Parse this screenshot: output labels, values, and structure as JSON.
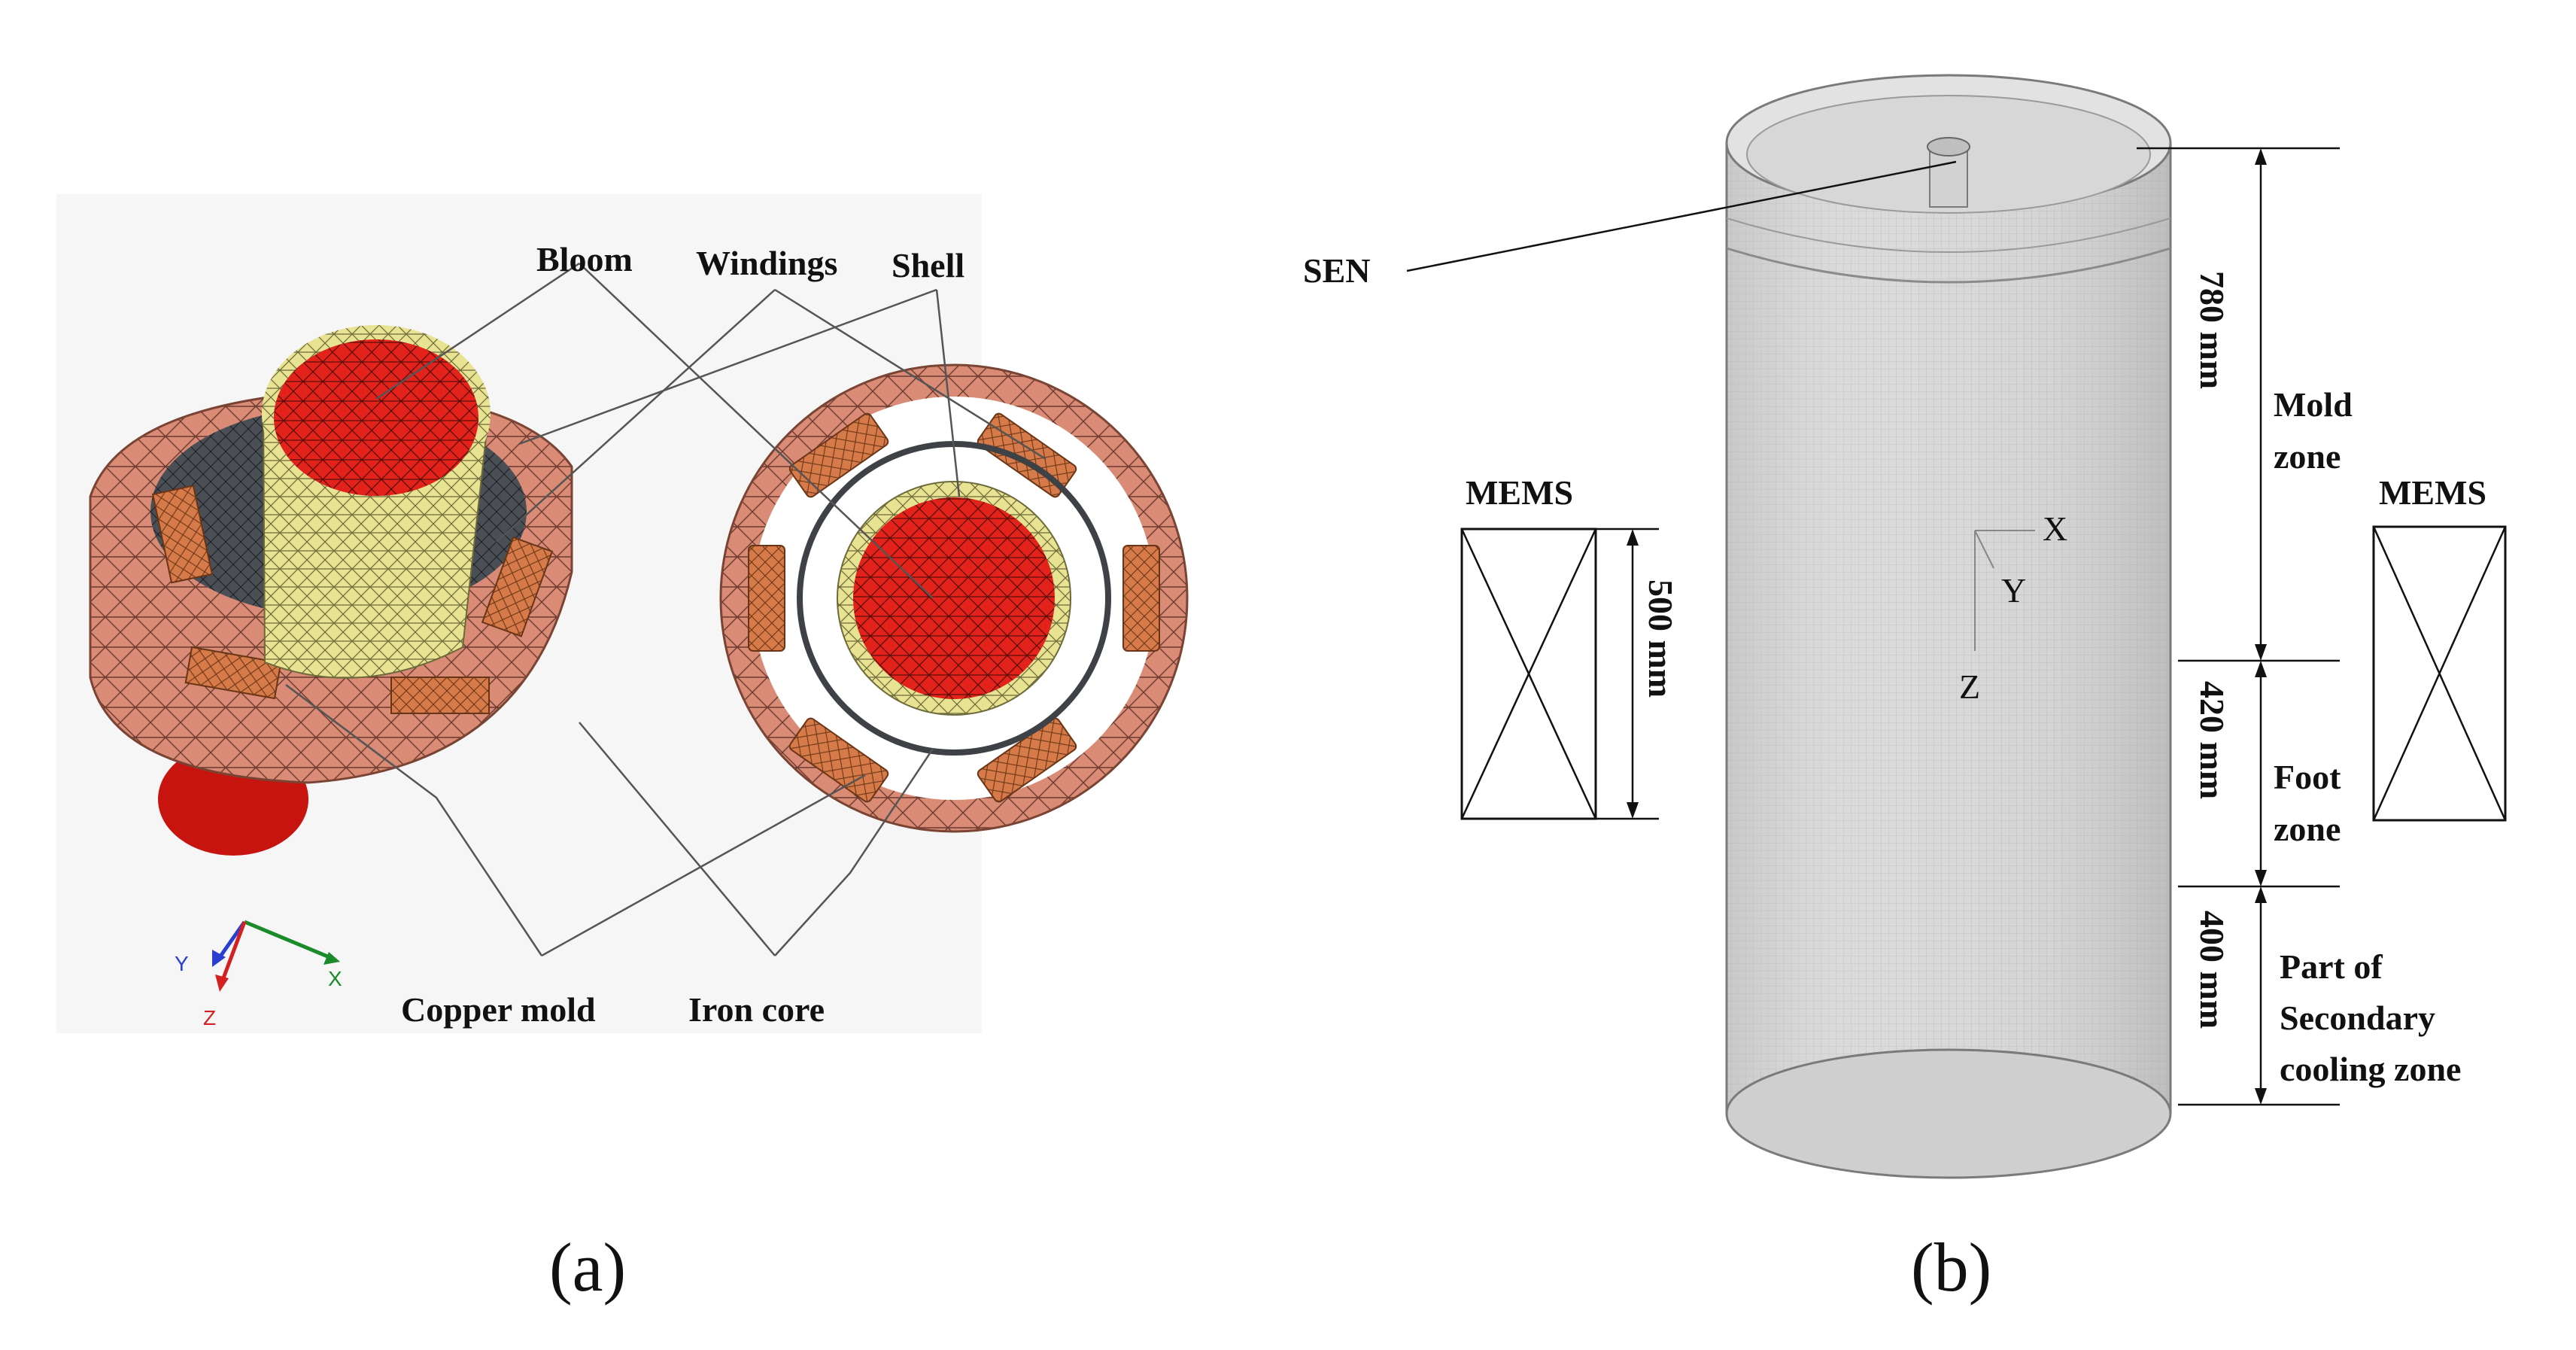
{
  "panel_a": {
    "caption": "(a)",
    "labels": {
      "bloom": "Bloom",
      "windings": "Windings",
      "shell": "Shell",
      "copper_mold": "Copper mold",
      "iron_core": "Iron core"
    },
    "axis_triad": {
      "x": "X",
      "y": "Y",
      "z": "Z"
    },
    "colors": {
      "bloom": "#e3231b",
      "shell": "#e8e393",
      "copper": "#d98b75",
      "windings": "#d57a48",
      "iron": "#4a4e55"
    }
  },
  "panel_b": {
    "caption": "(b)",
    "labels": {
      "sen": "SEN",
      "mems_left": "MEMS",
      "mems_right": "MEMS",
      "mems_height": "500 mm",
      "mold_length": "780 mm",
      "foot_length": "420 mm",
      "secondary_length": "400 mm",
      "mold_zone_line1": "Mold",
      "mold_zone_line2": "zone",
      "foot_zone_line1": "Foot",
      "foot_zone_line2": "zone",
      "sec_zone_line1": "Part of",
      "sec_zone_line2": "Secondary",
      "sec_zone_line3": "cooling zone"
    },
    "axis_triad": {
      "x": "X",
      "y": "Y",
      "z": "Z"
    }
  }
}
